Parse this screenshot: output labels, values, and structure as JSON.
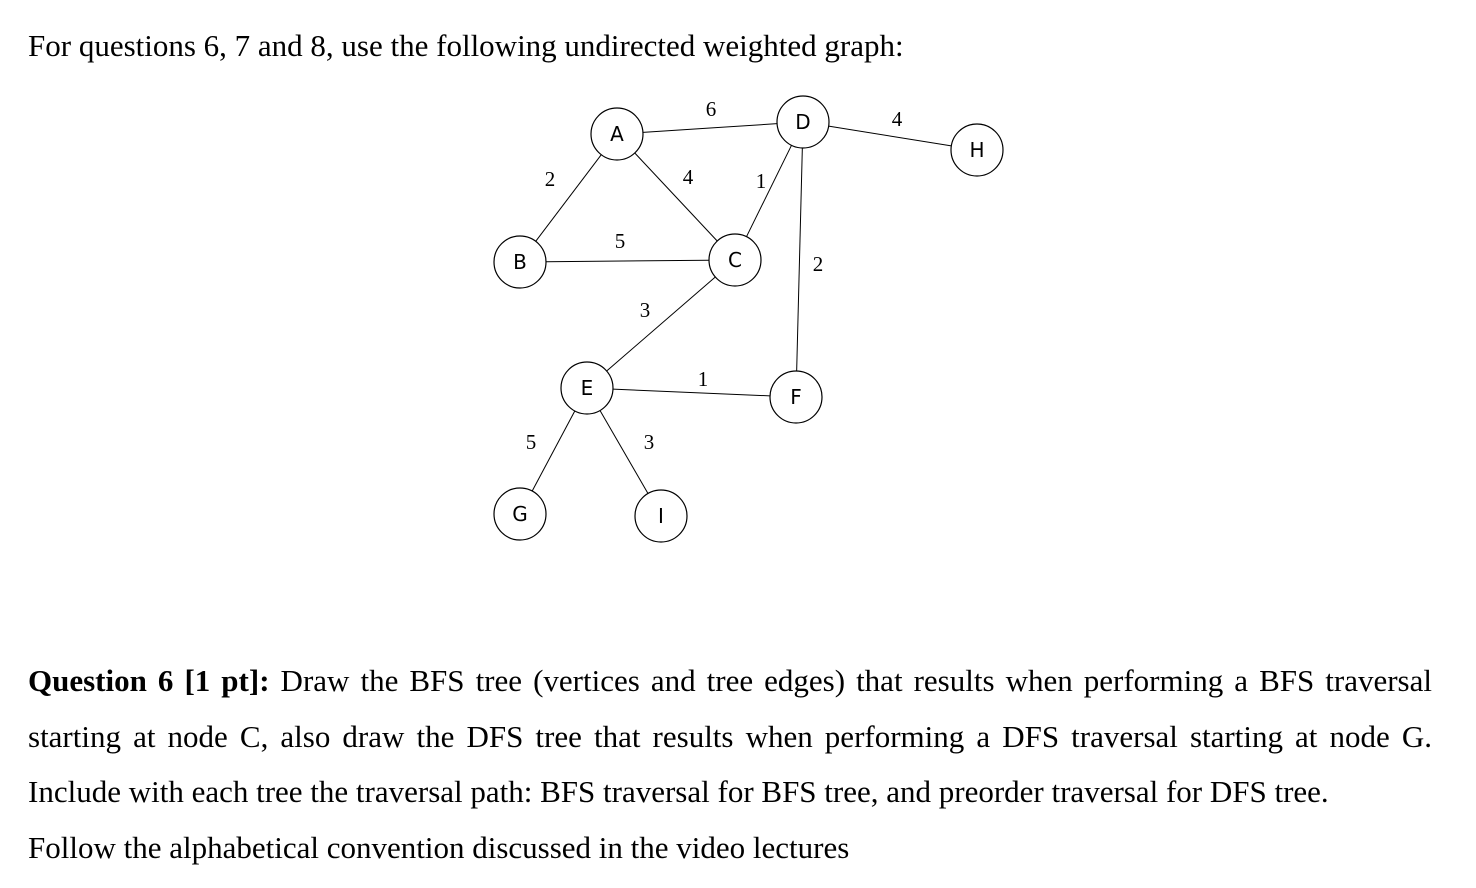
{
  "intro": "For questions 6, 7 and 8, use the following undirected weighted graph:",
  "graph": {
    "nodes": [
      "A",
      "B",
      "C",
      "D",
      "E",
      "F",
      "G",
      "H",
      "I"
    ],
    "edges": [
      {
        "from": "A",
        "to": "D",
        "weight": "6"
      },
      {
        "from": "D",
        "to": "H",
        "weight": "4"
      },
      {
        "from": "A",
        "to": "B",
        "weight": "2"
      },
      {
        "from": "A",
        "to": "C",
        "weight": "4"
      },
      {
        "from": "D",
        "to": "C",
        "weight": "1"
      },
      {
        "from": "B",
        "to": "C",
        "weight": "5"
      },
      {
        "from": "D",
        "to": "F",
        "weight": "2"
      },
      {
        "from": "C",
        "to": "E",
        "weight": "3"
      },
      {
        "from": "E",
        "to": "F",
        "weight": "1"
      },
      {
        "from": "E",
        "to": "G",
        "weight": "5"
      },
      {
        "from": "E",
        "to": "I",
        "weight": "3"
      }
    ]
  },
  "question": {
    "label": "Question 6 [1 pt]:",
    "text": " Draw the BFS tree (vertices and tree edges) that results when performing a BFS traversal starting at node C, also draw the DFS tree that results when performing a DFS traversal starting at node G. Include with each tree the traversal path: BFS traversal for BFS tree, and preorder traversal for DFS tree.",
    "last_line": "Follow the alphabetical convention discussed in the video lectures"
  }
}
